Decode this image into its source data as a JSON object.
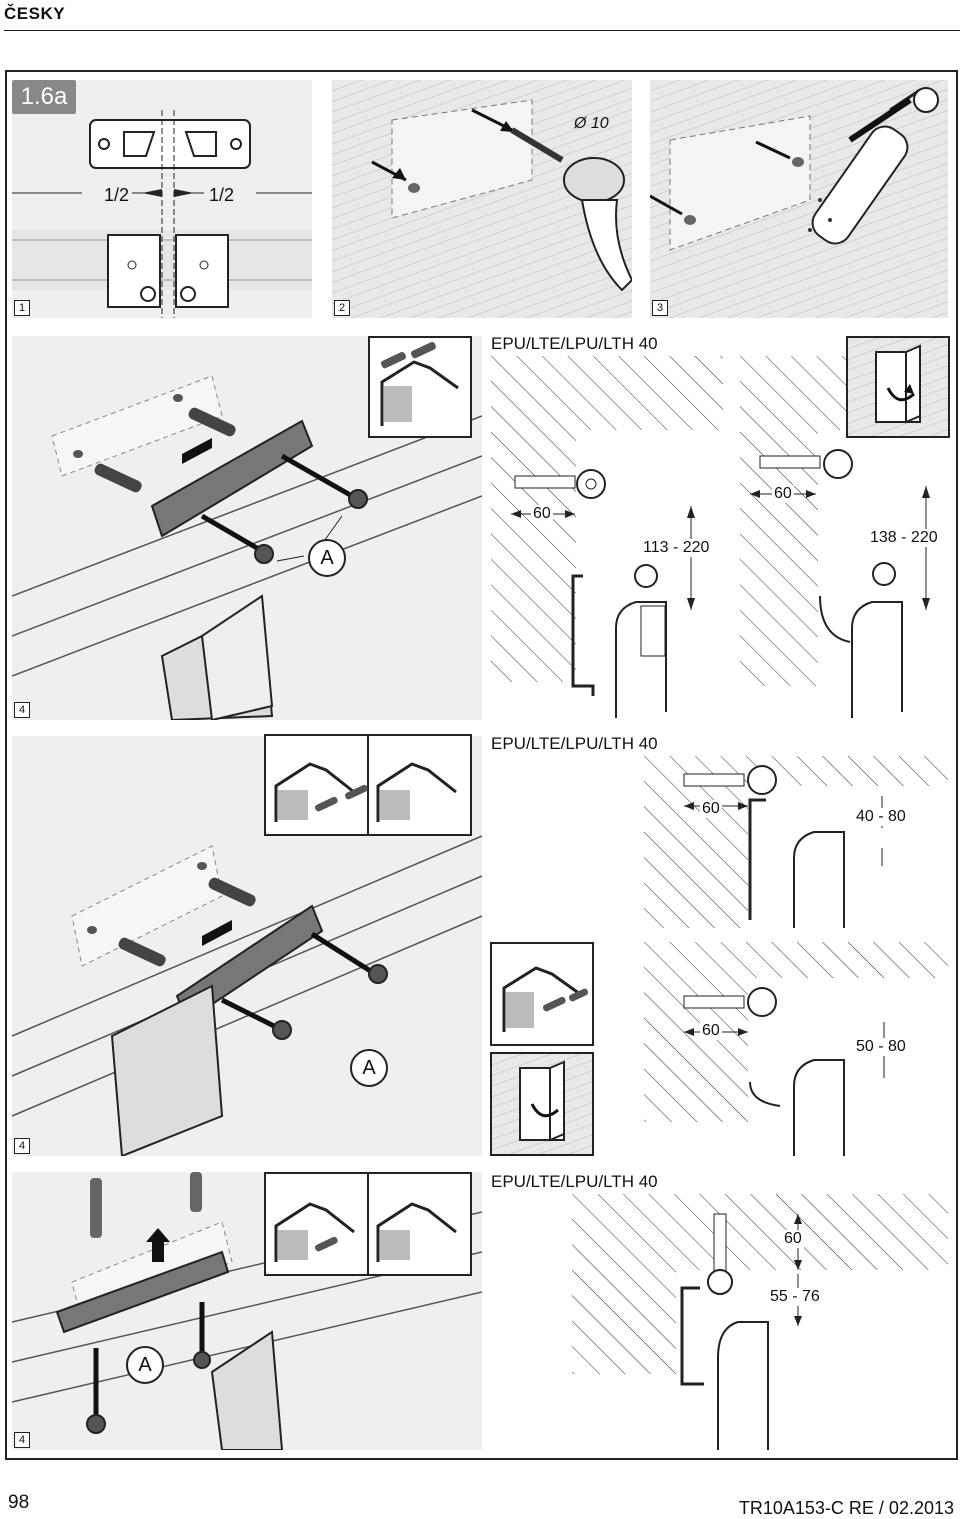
{
  "page": {
    "language": "ČESKY",
    "page_number": "98",
    "doc_code": "TR10A153-C  RE / 02.2013"
  },
  "section_badge": "1.6a",
  "row1": {
    "steps": [
      "1",
      "2",
      "3"
    ],
    "half_left": "1/2",
    "half_right": "1/2",
    "drill_diameter": "Ø 10"
  },
  "block1": {
    "step": "4",
    "callout": "A",
    "heading": "EPU/LTE/LPU/LTH 40",
    "dims": {
      "left_depth": "60",
      "left_height": "113 - 220",
      "right_depth": "60",
      "right_height": "138 - 220"
    }
  },
  "block2": {
    "step": "4",
    "callout": "A",
    "heading": "EPU/LTE/LPU/LTH 40",
    "dims": {
      "top_depth": "60",
      "top_height": "40 - 80",
      "bottom_depth": "60",
      "bottom_height": "50 - 80"
    }
  },
  "block3": {
    "step": "4",
    "callout": "A",
    "heading": "EPU/LTE/LPU/LTH 40",
    "dims": {
      "depth": "60",
      "height": "55 - 76"
    }
  },
  "icons": [
    "ruler-icon",
    "drill-icon",
    "blower-icon",
    "screw-icon",
    "dowel-icon",
    "door-icon",
    "bracket-icon"
  ]
}
